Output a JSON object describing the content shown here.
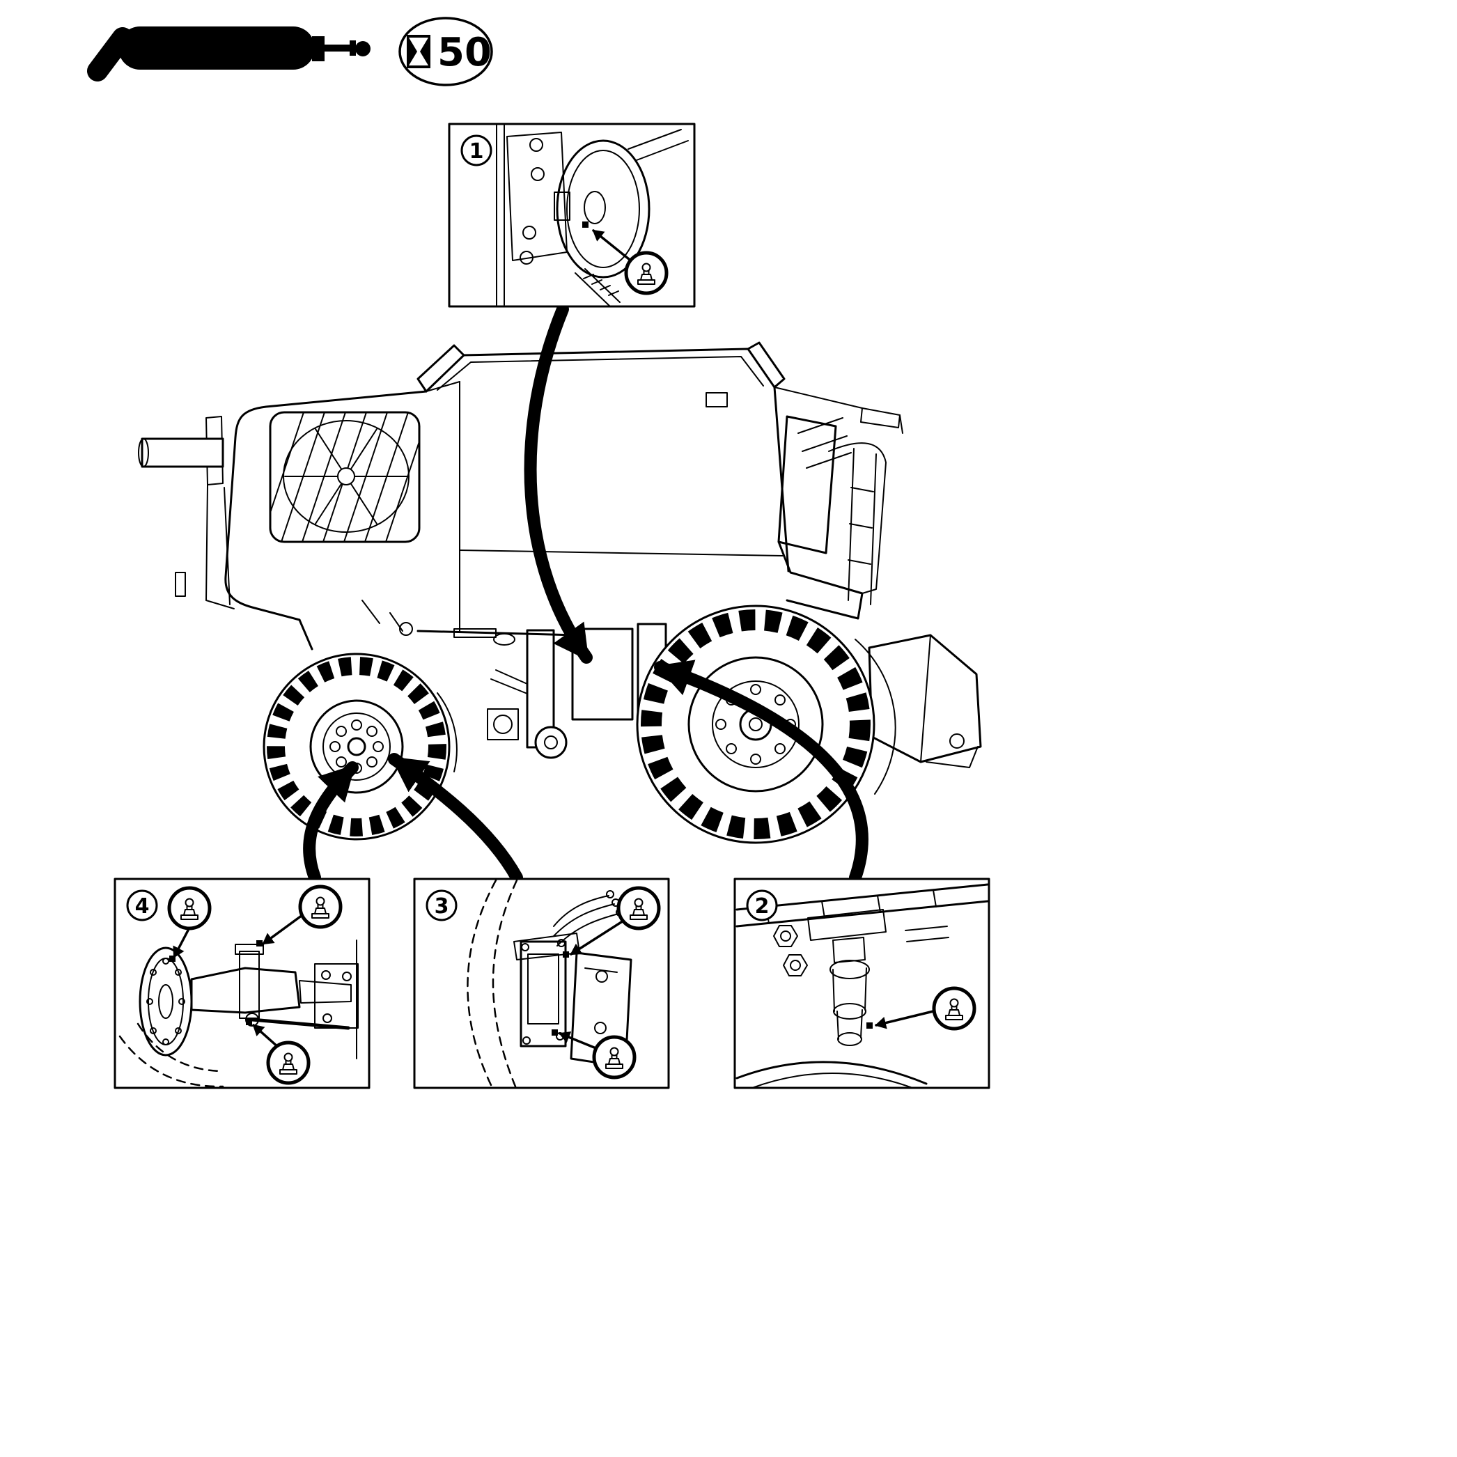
{
  "page": {
    "background": "#ffffff",
    "line_color": "#000000"
  },
  "legend": {
    "tool_icon": "grease-gun-icon",
    "interval": {
      "icon": "hourglass-icon",
      "value": "50"
    }
  },
  "callouts": {
    "c1": {
      "number": "1",
      "grease_fittings": 1
    },
    "c2": {
      "number": "2",
      "grease_fittings": 1
    },
    "c3": {
      "number": "3",
      "grease_fittings": 2
    },
    "c4": {
      "number": "4",
      "grease_fittings": 3
    }
  },
  "illustration": {
    "subject": "combine harvester side view with numbered lubrication points"
  }
}
